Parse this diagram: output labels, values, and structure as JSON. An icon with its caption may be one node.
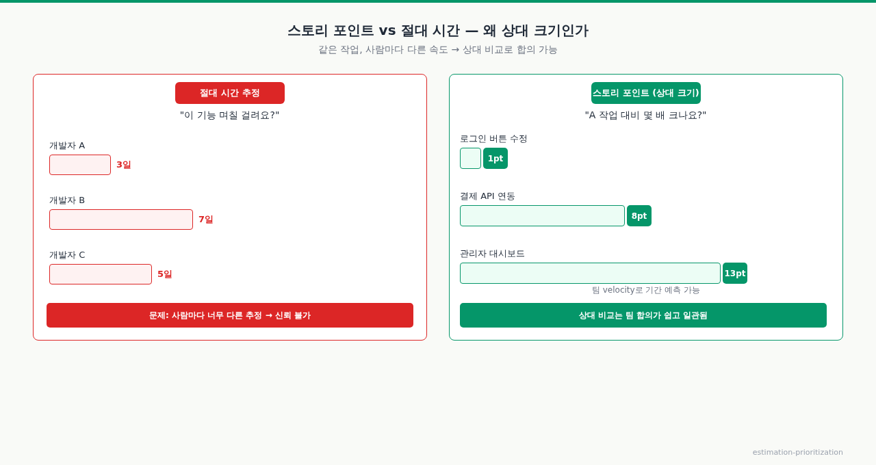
{
  "diagram": {
    "title": "스토리 포인트 vs 절대 시간 — 왜 상대 크기인가",
    "nodes": [
      {
        "text": [
          "\"이 기능 며칠 걸려요?\""
        ]
      },
      {
        "text": [
          "절대 시간 추정"
        ],
        "in": 0
      },
      {
        "text": [],
        "shape": "bar",
        "beside": [
          "개발자 A",
          "3일"
        ],
        "in": 0
      },
      {
        "text": [],
        "shape": "bar",
        "beside": [
          "개발자 B",
          "7일"
        ],
        "in": 0
      },
      {
        "text": [],
        "shape": "bar",
        "beside": [
          "개발자 C",
          "5일"
        ],
        "in": 0
      },
      {
        "text": [
          "문제: 사람마다 너무 다른 추정 → 신뢰 불가"
        ],
        "in": 0
      },
      {
        "text": [
          "\"A 작업 대비 몇 배 크나요?\""
        ]
      },
      {
        "text": [
          "스토리 포인트 (상대 크기)"
        ],
        "in": 6
      },
      {
        "text": [],
        "shape": "bar",
        "beside": [
          "로그인 버튼 수정"
        ],
        "in": 6
      },
      {
        "text": [
          "1pt"
        ],
        "in": 6
      },
      {
        "text": [],
        "shape": "bar",
        "beside": [
          "결제 API 연동"
        ],
        "in": 6
      },
      {
        "text": [
          "8pt"
        ],
        "in": 6
      },
      {
        "text": [],
        "shape": "bar",
        "beside": [
          "관리자 대시보드"
        ],
        "in": 6
      },
      {
        "text": [
          "13pt"
        ],
        "in": 6
      },
      {
        "text": [
          "상대 비교는 팀 합의가 쉽고 일관됨"
        ],
        "in": 6
      }
    ],
    "labels": [
      "같은 작업, 사람마다 다른 속도 → 상대 비교로 합의 가능",
      "팀 velocity로 기간 예측 가능",
      "estimation-prioritization"
    ]
  }
}
